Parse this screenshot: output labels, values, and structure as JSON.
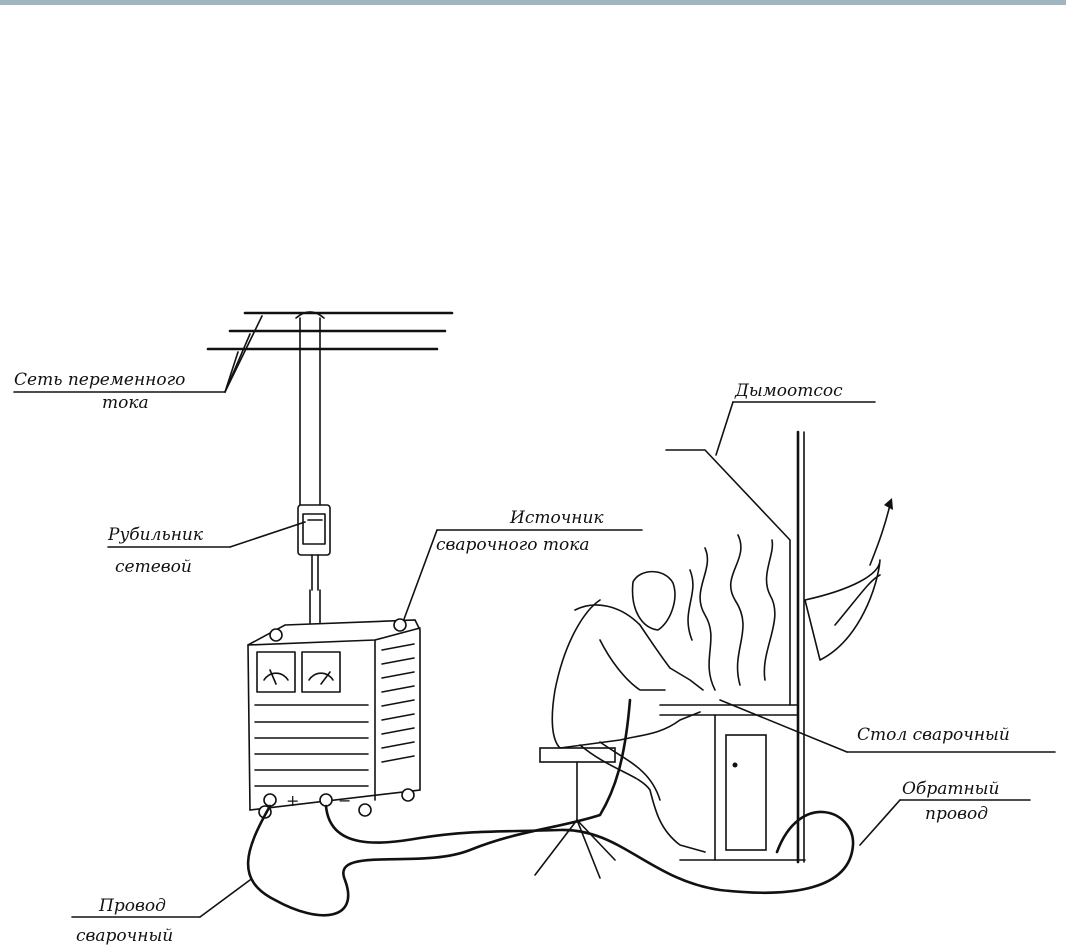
{
  "colors": {
    "accent_bar": "#9fb6c1",
    "ink": "#111111",
    "background": "#ffffff"
  },
  "labels": {
    "ac_network_line1": "Сеть переменного",
    "ac_network_line2": "тока",
    "switch_line1": "Рубильник",
    "switch_line2": "сетевой",
    "source_line1": "Источник",
    "source_line2": "сварочного тока",
    "smoke_extractor": "Дымоотсос",
    "welding_table": "Стол сварочный",
    "return_line1": "Обратный",
    "return_line2": "провод",
    "cable_line1": "Провод",
    "cable_line2": "сварочный",
    "plus": "+",
    "minus": "−"
  }
}
